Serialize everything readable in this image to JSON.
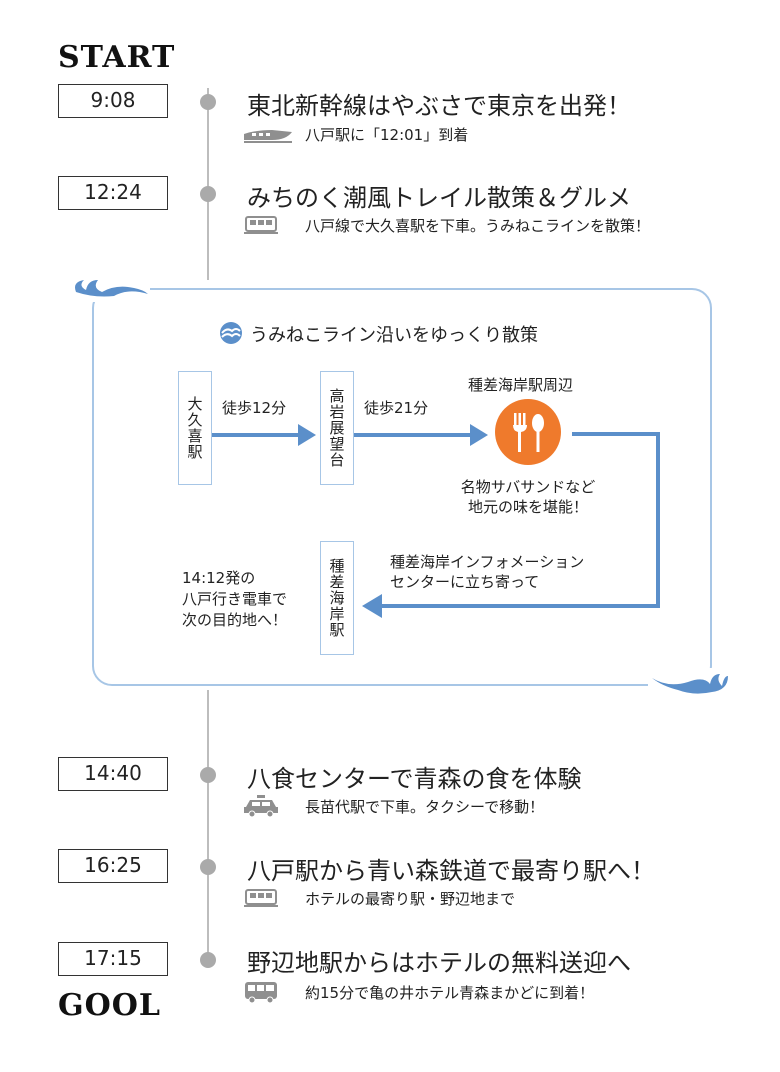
{
  "start_label": "START",
  "goal_label": "GOOL",
  "events": [
    {
      "time": "9:08",
      "title": "東北新幹線はやぶさで東京を出発！",
      "icon": "shinkansen-icon",
      "note": "八戸駅に「12:01」到着"
    },
    {
      "time": "12:24",
      "title": "みちのく潮風トレイル散策＆グルメ",
      "icon": "train-icon",
      "note": "八戸線で大久喜駅を下車。うみねこラインを散策！"
    },
    {
      "time": "14:40",
      "title": "八食センターで青森の食を体験",
      "icon": "taxi-icon",
      "note": "長苗代駅で下車。タクシーで移動！"
    },
    {
      "time": "16:25",
      "title": "八戸駅から青い森鉄道で最寄り駅へ！",
      "icon": "train-icon",
      "note": "ホテルの最寄り駅・野辺地まで"
    },
    {
      "time": "17:15",
      "title": "野辺地駅からはホテルの無料送迎へ",
      "icon": "bus-icon",
      "note": "約15分で亀の井ホテル青森まかどに到着！"
    }
  ],
  "detail": {
    "heading": "うみねこライン沿いをゆっくり散策",
    "stations": [
      "大久喜駅",
      "高岩展望台",
      "種差海岸駅"
    ],
    "walk1": "徒歩12分",
    "walk2": "徒歩21分",
    "area_label": "種差海岸駅周辺",
    "food_line1": "名物サバサンドなど",
    "food_line2": "地元の味を堪能！",
    "info_line1": "種差海岸インフォメーション",
    "info_line2": "センターに立ち寄って",
    "next_line1": "14:12発の",
    "next_line2": "八戸行き電車で",
    "next_line3": "次の目的地へ！",
    "accent": "#5b8fca",
    "food_color": "#ef7a2c"
  }
}
